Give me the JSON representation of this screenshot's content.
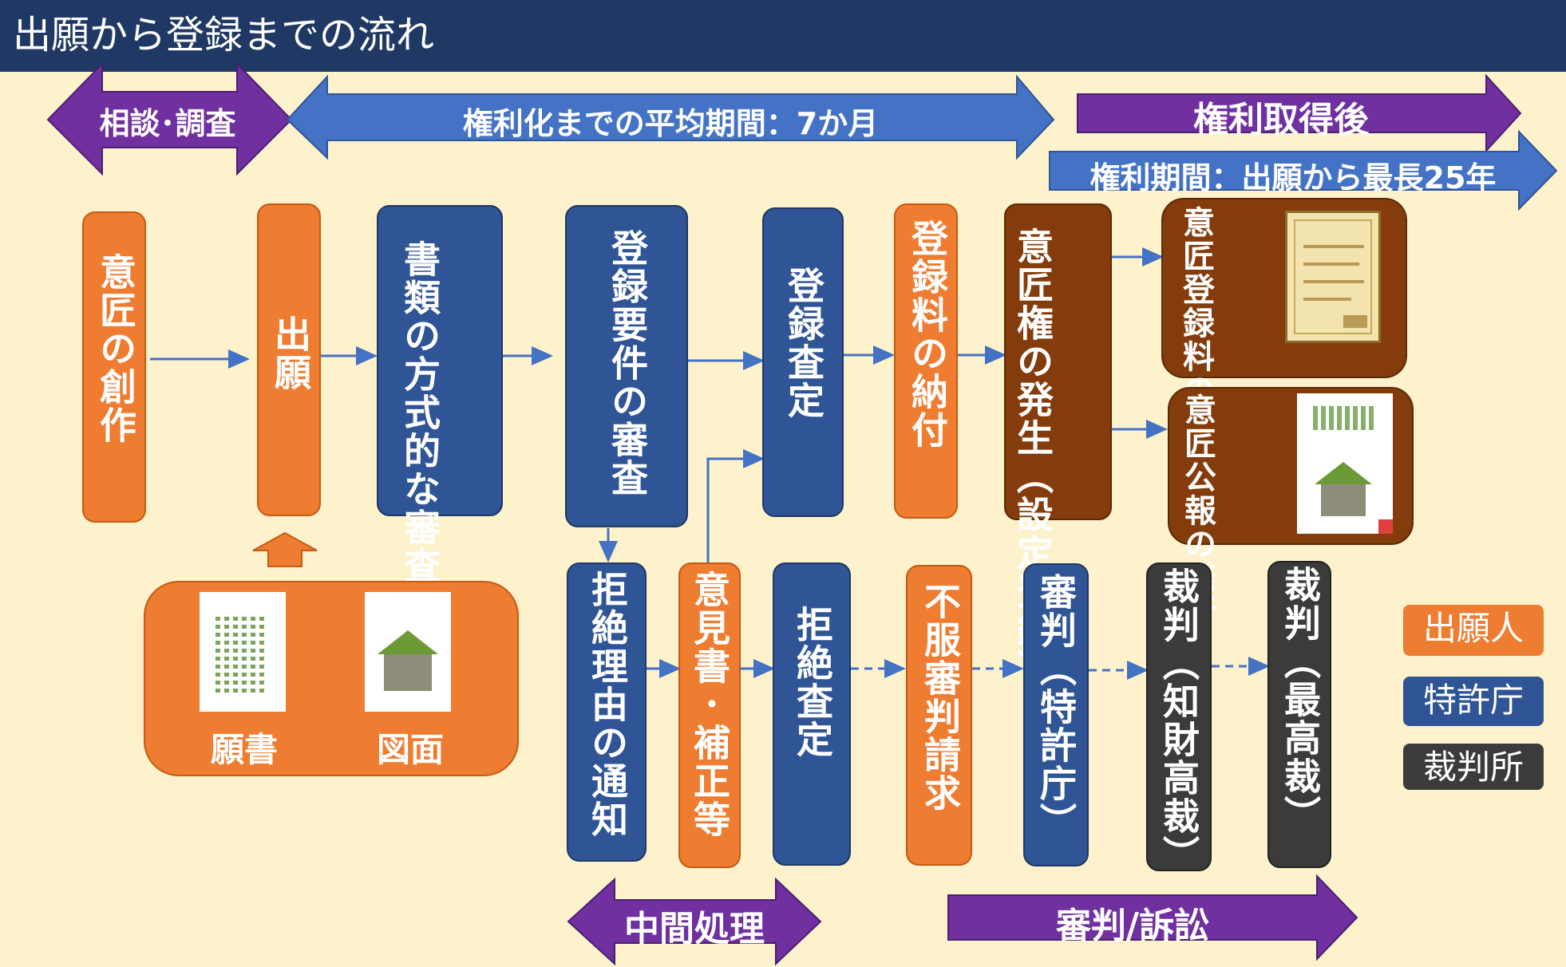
{
  "title": "出願から登録までの流れ",
  "banners": {
    "consult": "相談･調査",
    "average_period": "権利化までの平均期間：7か月",
    "after_grant": "権利取得後",
    "term": "権利期間：出願から最長25年",
    "interim": "中間処理",
    "appeal": "審判/訴訟"
  },
  "steps": {
    "creation": "意匠の創作",
    "filing": "出願",
    "formality": "書類の方式的な審査",
    "substantive": "登録要件の審査",
    "grant_decision": "登録査定",
    "fee_payment": "登録料の納付",
    "right_arise": "意匠権の発生（設定登録）",
    "certificate": "意匠登録料の交付",
    "gazette": "意匠公報の発行",
    "refusal_notice": "拒絶理由の通知",
    "opinion": "意見書･補正等",
    "refusal_decision": "拒絶査定",
    "appeal_request": "不服審判請求",
    "trial_jpo": "審判（特許庁）",
    "ip_court": "裁判（知財高裁）",
    "supreme_court": "裁判（最高裁）"
  },
  "documents": {
    "application": "願書",
    "drawing": "図面"
  },
  "legend": {
    "applicant": "出願人",
    "jpo": "特許庁",
    "court": "裁判所"
  },
  "colors": {
    "applicant": "#ee7c31",
    "jpo": "#2f5597",
    "court": "#3b3b3b",
    "registration": "#843c0c",
    "banner_purple": "#7030a0",
    "banner_blue": "#4472c4",
    "title_bar": "#1f3864",
    "background": "#fdf2cc"
  }
}
